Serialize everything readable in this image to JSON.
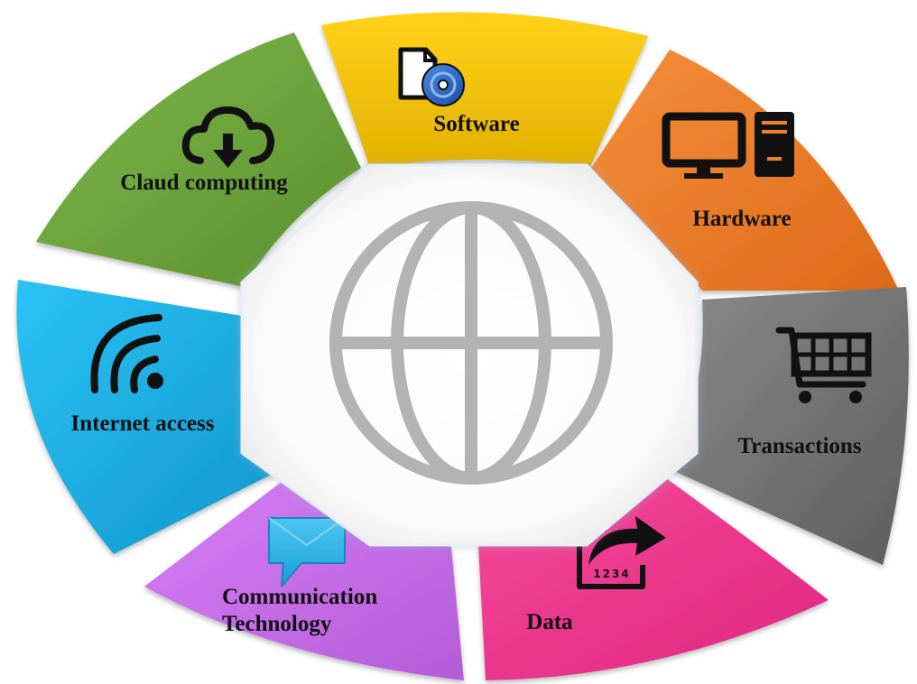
{
  "center": {
    "icon": "globe-icon",
    "color": "#b3b3b3"
  },
  "segments": [
    {
      "id": "software",
      "lines": [
        "Software"
      ],
      "icon": "software-file-disc-icon",
      "color": "#f5c400"
    },
    {
      "id": "hardware",
      "lines": [
        "Hardware"
      ],
      "icon": "desktop-computer-icon",
      "color": "#ee7f2b"
    },
    {
      "id": "transactions",
      "lines": [
        "Transactions"
      ],
      "icon": "shopping-cart-icon",
      "color": "#7a7a7a"
    },
    {
      "id": "data",
      "lines": [
        "Data"
      ],
      "icon": "data-export-icon",
      "color": "#f0388f"
    },
    {
      "id": "communication",
      "lines": [
        "Communication",
        "Technology"
      ],
      "icon": "chat-bubble-icon",
      "color": "#c46ae6"
    },
    {
      "id": "internet",
      "lines": [
        "Internet access"
      ],
      "icon": "wifi-signal-icon",
      "color": "#1cace3"
    },
    {
      "id": "cloud",
      "lines": [
        "Claud computing"
      ],
      "icon": "cloud-download-icon",
      "color": "#6ea43c"
    }
  ]
}
